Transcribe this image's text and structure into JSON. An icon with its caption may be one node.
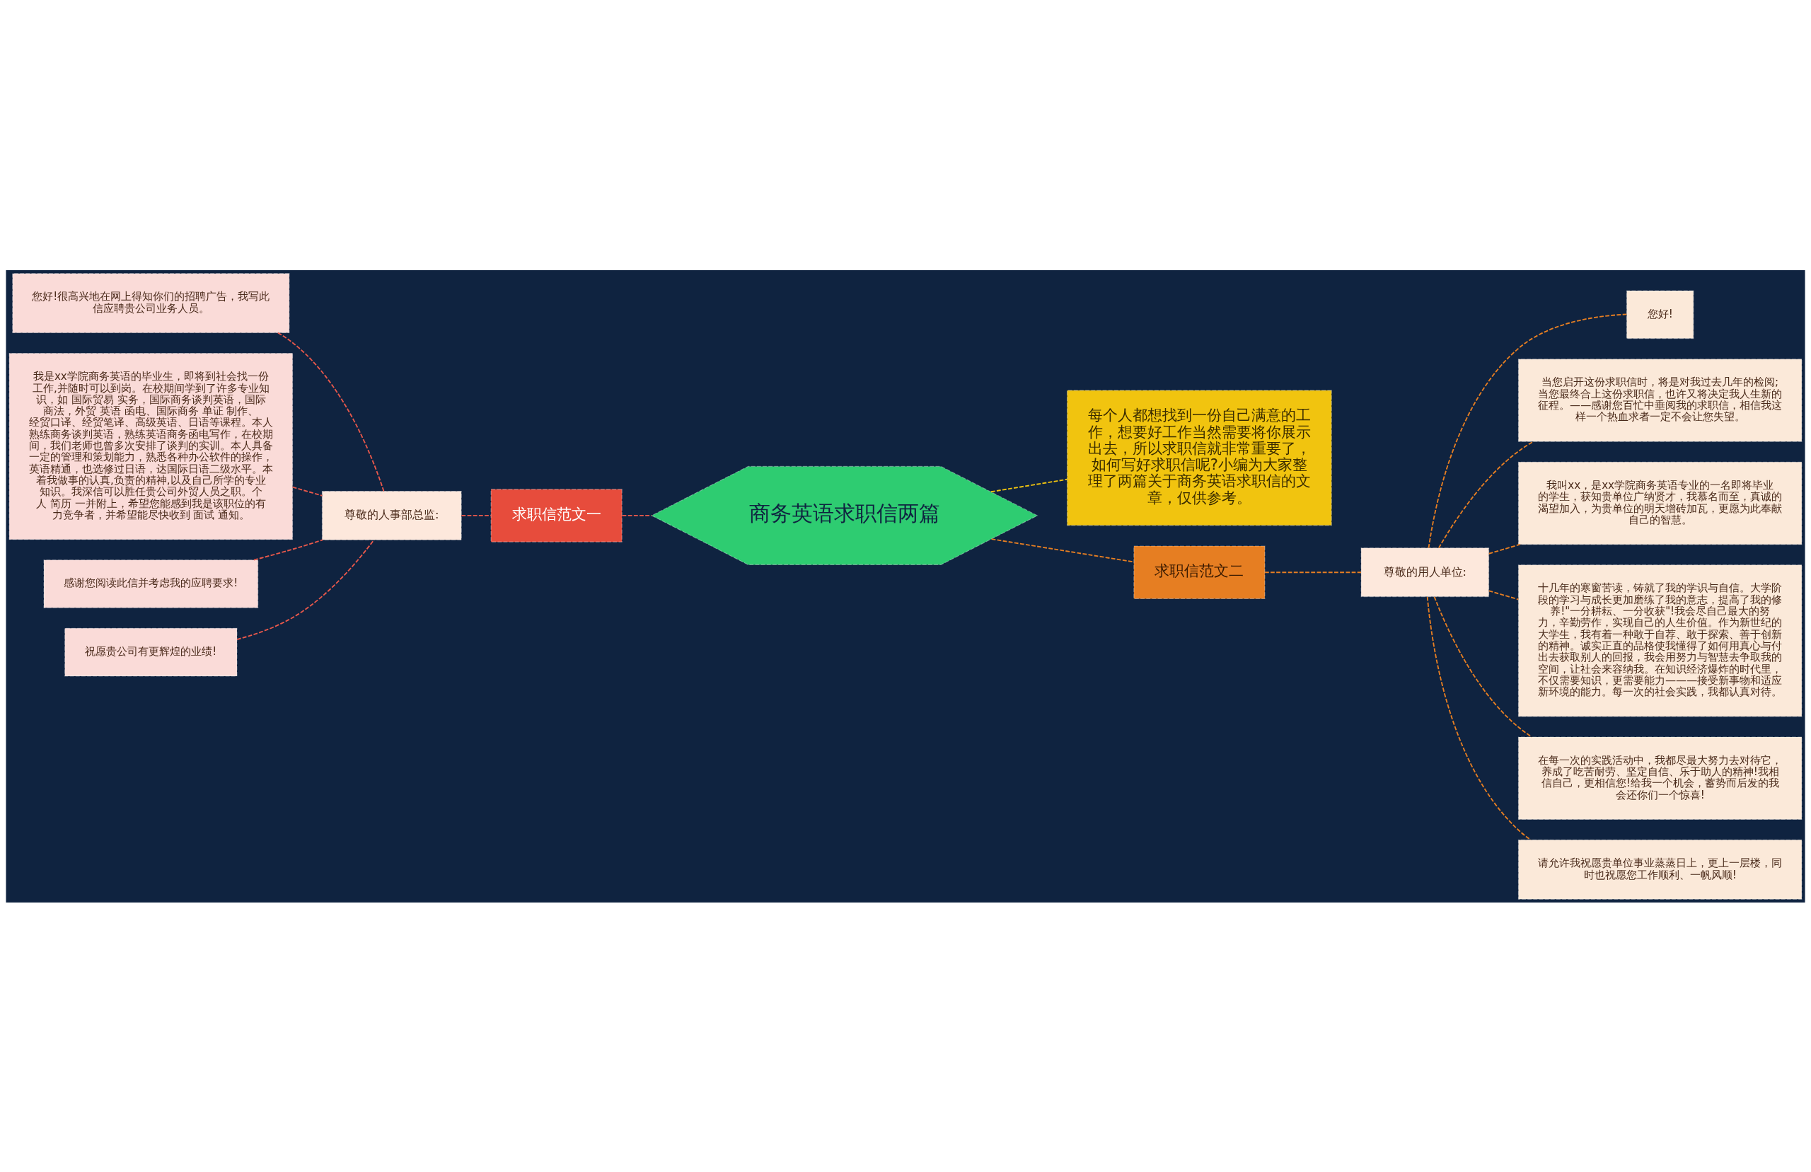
{
  "diagram": {
    "nodes": [
      {
        "text": [
          "商务英语求职信两篇"
        ]
      },
      {
        "text": [
          "每个人都想找到一份自己满意的工作，想要好工作当然需要将你展示出去，所以求职信就非常重要了，如何写好求职信呢?小编为大家整理了两篇关于商务英语求职信的文章，仅供参考。"
        ]
      },
      {
        "text": [
          "求职信范文一"
        ]
      },
      {
        "text": [
          "尊敬的人事部总监:"
        ]
      },
      {
        "text": [
          "您好!很高兴地在网上得知你们的招聘广告，我写此信应聘贵公司业务人员。"
        ]
      },
      {
        "text": [
          "我是xx学院商务英语的毕业生，即将到社会找一份工作,并随时可以到岗。在校期间学到了许多专业知识，如 国际贸易 实务，国际商务谈判英语，国际商法，外贸 英语 函电、国际商务 单证 制作、经贸口译、经贸笔译、高级英语、日语等课程。本人熟练商务谈判英语，熟练英语商务函电写作，在校期间，我们老师也曾多次安排了谈判的实训。本人具备一定的管理和策划能力，熟悉各种办公软件的操作，英语精通，也选修过日语，达国际日语二级水平。本着我做事的认真,负责的精神,以及自己所学的专业知识。我深信可以胜任贵公司外贸人员之职。个人 简历 一并附上，希望您能感到我是该职位的有力竞争者，并希望能尽快收到 面试 通知。"
        ]
      },
      {
        "text": [
          "感谢您阅读此信并考虑我的应聘要求!"
        ]
      },
      {
        "text": [
          "祝愿贵公司有更辉煌的业绩!"
        ]
      },
      {
        "text": [
          "求职信范文二"
        ]
      },
      {
        "text": [
          "尊敬的用人单位:"
        ]
      },
      {
        "text": [
          "您好!"
        ]
      },
      {
        "text": [
          "当您启开这份求职信时，将是对我过去几年的检阅;当您最终合上这份求职信，也许又将决定我人生新的征程。——感谢您百忙中垂阅我的求职信，相信我这样一个热血求者一定不会让您失望。"
        ]
      },
      {
        "text": [
          "我叫xx，是xx学院商务英语专业的一名即将毕业的学生，获知贵单位广纳贤才，我慕名而至，真诚的渴望加入，为贵单位的明天增砖加瓦，更愿为此奉献自己的智慧。"
        ]
      },
      {
        "text": [
          "十几年的寒窗苦读，铸就了我的学识与自信。大学阶段的学习与成长更加磨练了我的意志，提高了我的修养!\"一分耕耘、一分收获\"!我会尽自己最大的努力，辛勤劳作，实现自己的人生价值。作为新世纪的大学生，我有着一种敢于自荐、敢于探索、善于创新的精神。诚实正直的品格使我懂得了如何用真心与付出去获取别人的回报，我会用努力与智慧去争取我的空间，让社会来容纳我。在知识经济爆炸的时代里，不仅需要知识，更需要能力———接受新事物和适应新环境的能力。每一次的社会实践，我都认真对待。"
        ]
      },
      {
        "text": [
          "在每一次的实践活动中，我都尽最大努力去对待它，养成了吃苦耐劳、坚定自信、乐于助人的精神!我相信自己，更相信您!给我一个机会，蓄势而后发的我会还你们一个惊喜!"
        ]
      },
      {
        "text": [
          "请允许我祝愿贵单位事业蒸蒸日上，更上一层楼，同时也祝愿您工作顺利、一帆风顺!"
        ]
      }
    ],
    "edges": [
      {
        "from": 0,
        "to": 1,
        "arrow": "none",
        "style": "dashed",
        "color": "#f1c40f"
      },
      {
        "from": 0,
        "to": 2,
        "arrow": "none",
        "style": "dashed",
        "color": "#e8584b"
      },
      {
        "from": 2,
        "to": 3,
        "arrow": "none",
        "style": "dashed",
        "color": "#e8584b"
      },
      {
        "from": 3,
        "to": 4,
        "arrow": "none",
        "style": "dashed",
        "color": "#e8584b"
      },
      {
        "from": 3,
        "to": 5,
        "arrow": "none",
        "style": "dashed",
        "color": "#e8584b"
      },
      {
        "from": 3,
        "to": 6,
        "arrow": "none",
        "style": "dashed",
        "color": "#e8584b"
      },
      {
        "from": 3,
        "to": 7,
        "arrow": "none",
        "style": "dashed",
        "color": "#e8584b"
      },
      {
        "from": 0,
        "to": 8,
        "arrow": "none",
        "style": "dashed"
      },
      {
        "from": 8,
        "to": 9,
        "arrow": "none",
        "style": "dashed"
      },
      {
        "from": 9,
        "to": 10,
        "arrow": "none",
        "style": "dashed"
      },
      {
        "from": 9,
        "to": 11,
        "arrow": "none",
        "style": "dashed"
      },
      {
        "from": 9,
        "to": 12,
        "arrow": "none",
        "style": "dashed"
      },
      {
        "from": 9,
        "to": 13,
        "arrow": "none",
        "style": "dashed"
      },
      {
        "from": 9,
        "to": 14,
        "arrow": "none",
        "style": "dashed"
      },
      {
        "from": 9,
        "to": 15,
        "arrow": "none",
        "style": "dashed"
      }
    ]
  }
}
